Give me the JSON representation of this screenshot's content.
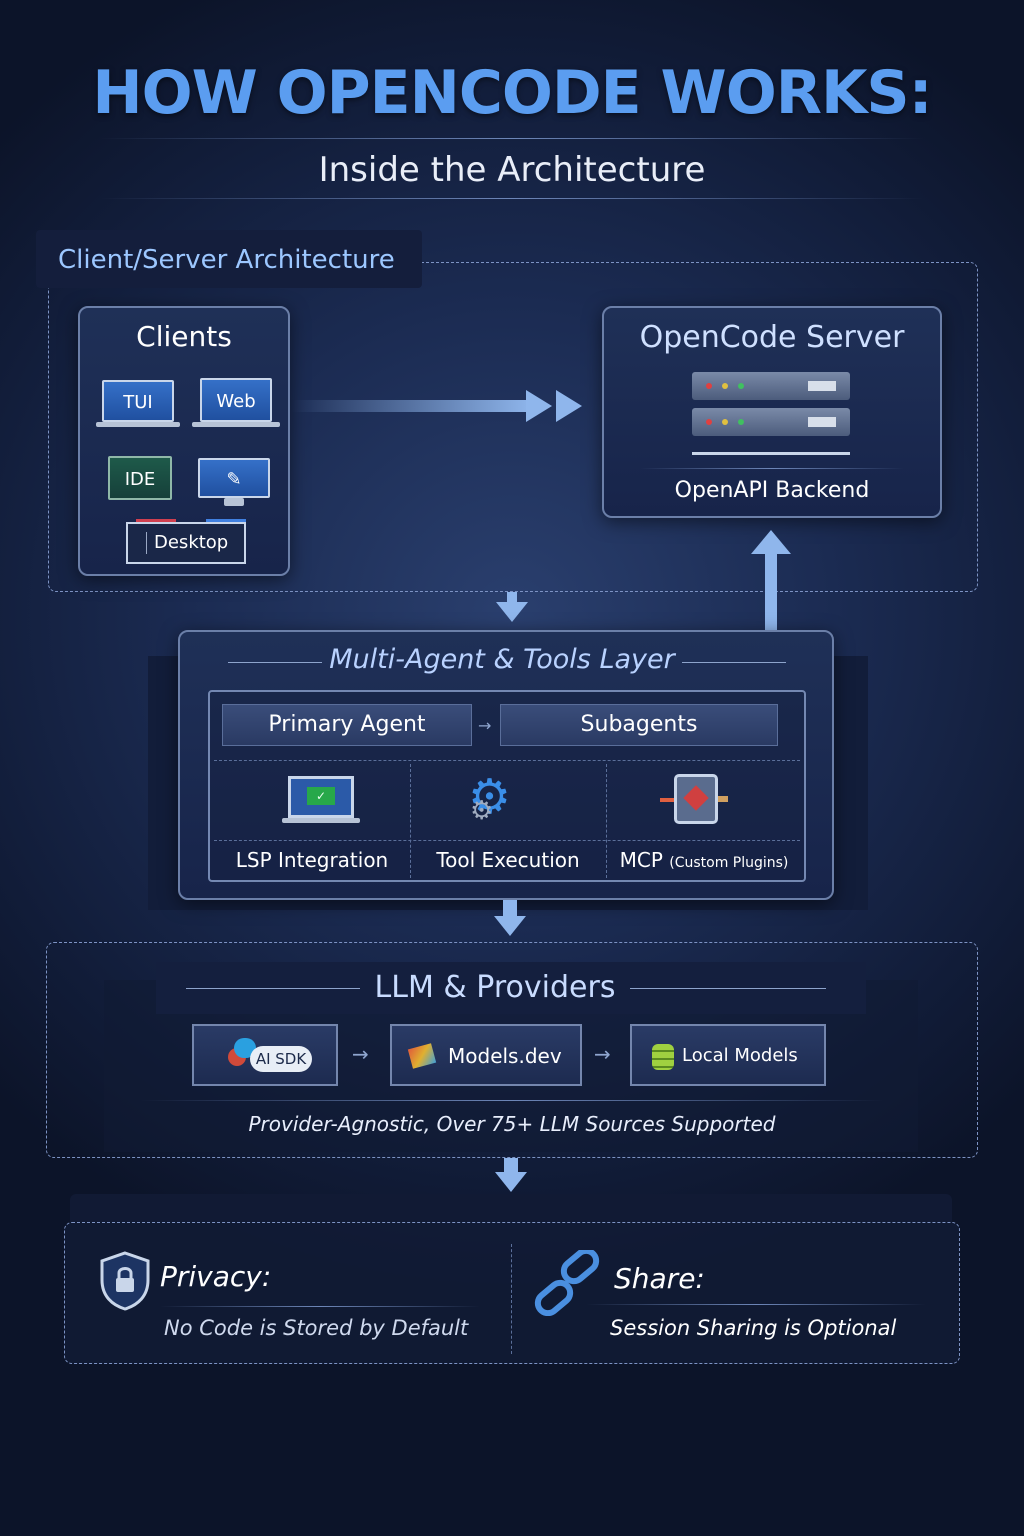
{
  "header": {
    "title": "HOW OPENCODE WORKS:",
    "subtitle": "Inside the Architecture"
  },
  "client_server": {
    "section_label": "Client/Server Architecture",
    "clients": {
      "heading": "Clients",
      "items": [
        "TUI",
        "Web",
        "IDE",
        "Desktop"
      ]
    },
    "server": {
      "heading": "OpenCode Server",
      "caption": "OpenAPI Backend"
    }
  },
  "agents_layer": {
    "heading": "Multi-Agent & Tools Layer",
    "primary": "Primary Agent",
    "sub": "Subagents",
    "cells": [
      {
        "label": "LSP Integration",
        "icon": "laptop-code-icon"
      },
      {
        "label": "Tool Execution",
        "icon": "gears-icon"
      },
      {
        "label": "MCP",
        "note": "(Custom Plugins)",
        "icon": "plugin-device-icon"
      }
    ]
  },
  "llm": {
    "heading": "LLM & Providers",
    "providers": [
      "AI SDK",
      "Models.dev",
      "Local Models"
    ],
    "caption": "Provider-Agnostic, Over 75+ LLM Sources Supported"
  },
  "footer": {
    "privacy": {
      "title": "Privacy:",
      "text": "No Code is Stored by Default",
      "icon": "shield-lock-icon"
    },
    "share": {
      "title": "Share:",
      "text": "Session Sharing is Optional",
      "icon": "link-icon"
    }
  },
  "colors": {
    "title": "#5b9df0",
    "accent": "#8fb6ec",
    "background": "#1b2b52"
  }
}
